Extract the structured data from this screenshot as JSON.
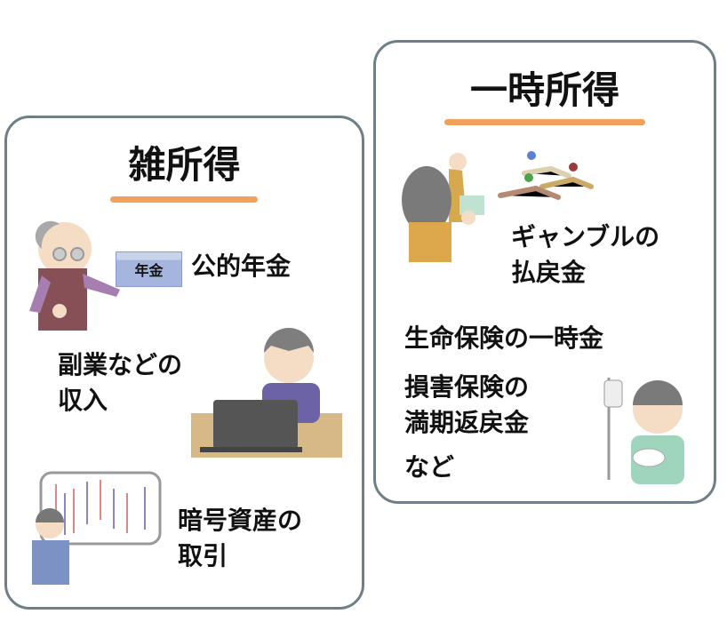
{
  "left_card": {
    "title": "雑所得",
    "pension_badge": "年金",
    "items": [
      {
        "lines": [
          "公的年金"
        ]
      },
      {
        "lines": [
          "副業などの",
          "収入"
        ]
      },
      {
        "lines": [
          "暗号資産の",
          "取引"
        ]
      }
    ]
  },
  "right_card": {
    "title": "一時所得",
    "items": [
      {
        "lines": [
          "ギャンブルの",
          "払戻金"
        ]
      },
      {
        "lines": [
          "生命保険の一時金"
        ]
      },
      {
        "lines": [
          "損害保険の",
          "満期返戻金"
        ]
      },
      {
        "lines": [
          "など"
        ]
      }
    ]
  },
  "colors": {
    "border": "#6f7f86",
    "underline": "#f0a25c"
  }
}
